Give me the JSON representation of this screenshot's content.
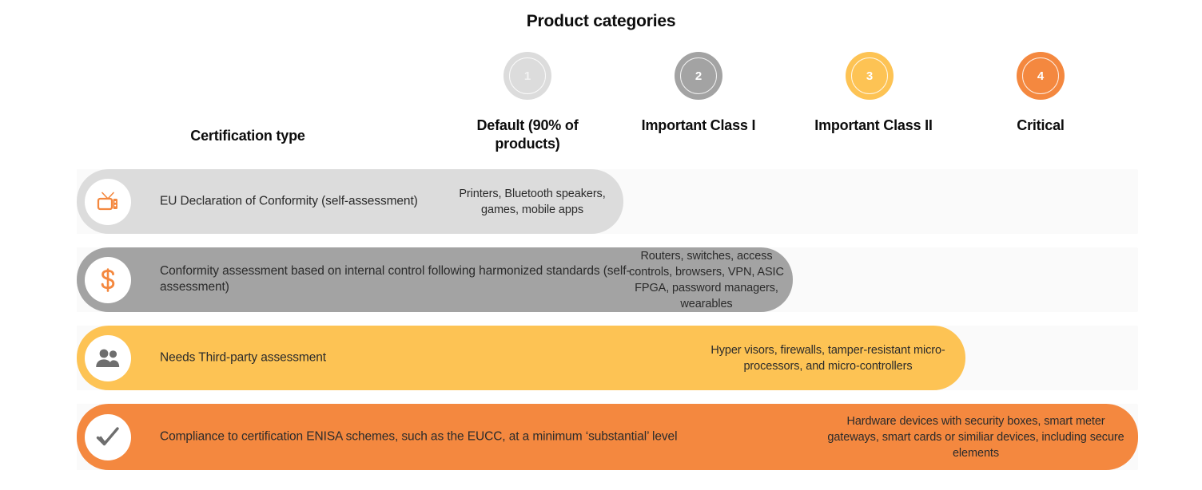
{
  "title": "Product categories",
  "certification_header": "Certification type",
  "categories": [
    {
      "number": "1",
      "label": "Default (90% of products)",
      "color": "#dcdcdc"
    },
    {
      "number": "2",
      "label": "Important Class I",
      "color": "#a3a3a3"
    },
    {
      "number": "3",
      "label": "Important Class II",
      "color": "#fdc354"
    },
    {
      "number": "4",
      "label": "Critical",
      "color": "#f4883f"
    }
  ],
  "rows": [
    {
      "icon": "tv-icon",
      "icon_color": "#f4883f",
      "bar_color": "#dcdcdc",
      "certification": "EU Declaration of Conformity (self-assessment)",
      "products": "Printers, Bluetooth speakers, games, mobile apps"
    },
    {
      "icon": "dollar-icon",
      "icon_color": "#f4883f",
      "bar_color": "#a3a3a3",
      "certification": "Conformity assessment based on internal control following harmonized standards (self-assessment)",
      "products": "Routers, switches, access controls, browsers, VPN, ASIC FPGA, password managers, wearables"
    },
    {
      "icon": "people-icon",
      "icon_color": "#6e6e6e",
      "bar_color": "#fdc354",
      "certification": "Needs Third-party assessment",
      "products": "Hyper visors, firewalls, tamper-resistant micro-processors, and micro-controllers"
    },
    {
      "icon": "check-icon",
      "icon_color": "#6e6e6e",
      "bar_color": "#f4883f",
      "certification": "Compliance to certification ENISA schemes, such as the EUCC, at a minimum ‘substantial’ level",
      "products": "Hardware devices with security boxes, smart meter gateways, smart cards or similiar devices, including secure elements"
    }
  ],
  "colors": {
    "track": "#fafafa",
    "text": "#2b2b2b",
    "heading": "#0d0d0d"
  }
}
